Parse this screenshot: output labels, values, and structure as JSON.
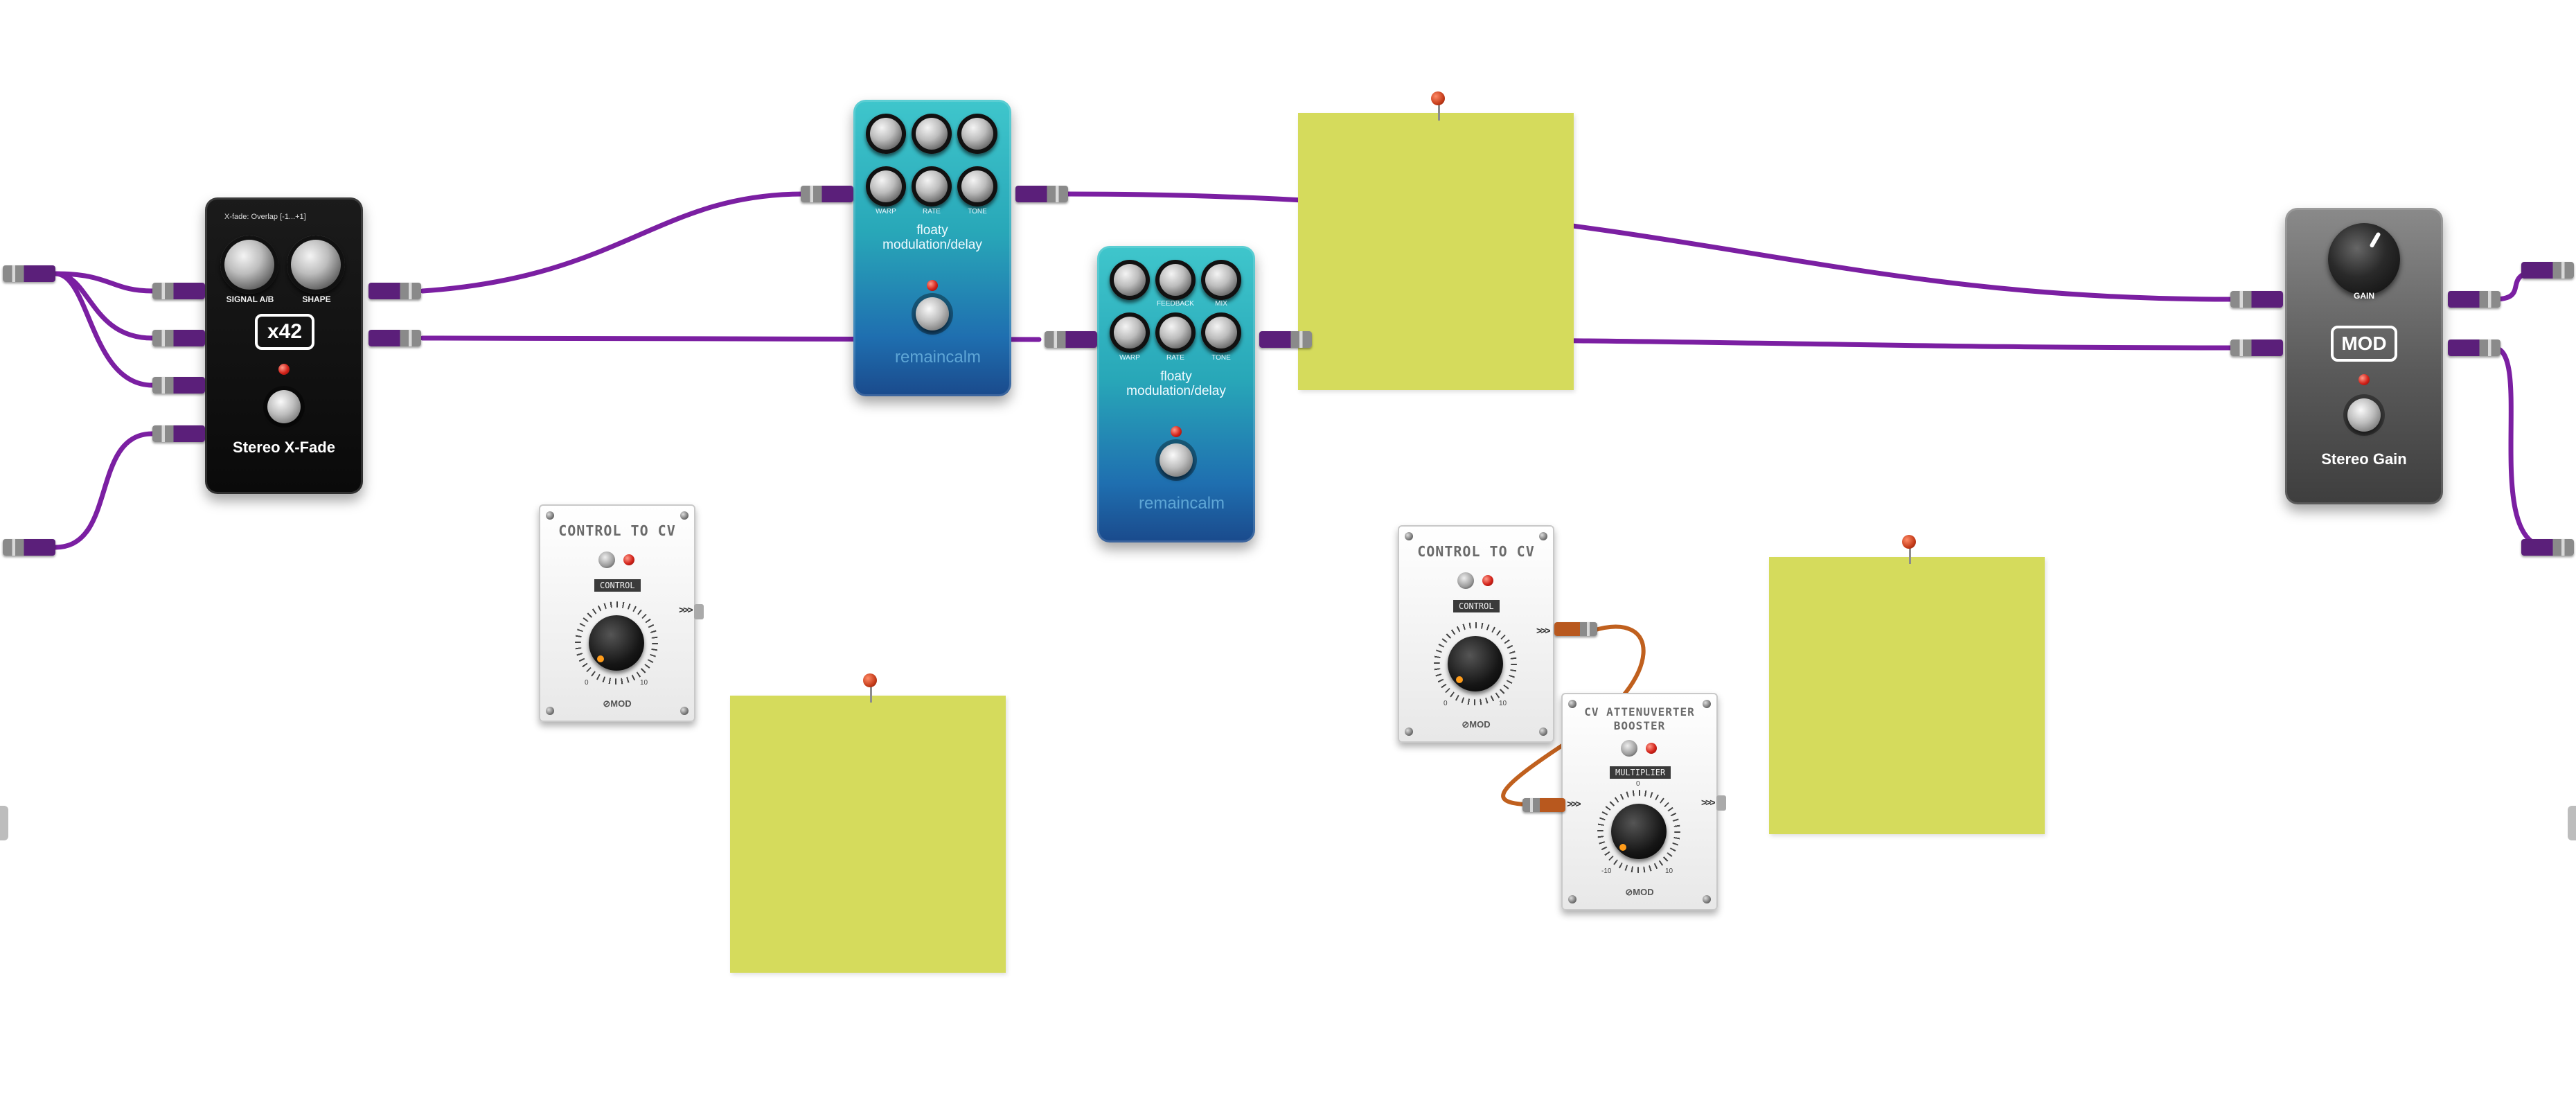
{
  "canvas": {
    "background": "#ffffff",
    "cable_color": "#7b1fa2",
    "cv_cable_color": "#c0601e",
    "note_color": "#d5db5c"
  },
  "x42_pedal": {
    "header": "X-fade: Overlap [-1...+1]",
    "knob1_label": "SIGNAL A/B",
    "knob2_label": "SHAPE",
    "badge": "x42",
    "name": "Stereo X-Fade"
  },
  "floaty1": {
    "knob_labels": [
      "",
      "",
      "",
      "",
      "",
      ""
    ],
    "knob_row2_labels": [
      "WARP",
      "RATE",
      "TONE"
    ],
    "title": "floaty\nmodulation/delay",
    "brand": "remaincalm"
  },
  "floaty2": {
    "knob_row1_labels": [
      "",
      "FEEDBACK",
      "MIX"
    ],
    "knob_row2_labels": [
      "WARP",
      "RATE",
      "TONE"
    ],
    "title": "floaty\nmodulation/delay",
    "brand": "remaincalm"
  },
  "mod_gain": {
    "knob_label": "GAIN",
    "badge": "MOD",
    "name": "Stereo Gain"
  },
  "cv1": {
    "title": "CONTROL TO CV",
    "tag": "CONTROL",
    "scale_min": "0",
    "scale_max": "10",
    "logo": "⊘MOD"
  },
  "cv2": {
    "title": "CONTROL TO CV",
    "tag": "CONTROL",
    "scale_min": "0",
    "scale_max": "10",
    "logo": "⊘MOD"
  },
  "cv3": {
    "title_line1": "CV ATTENUVERTER",
    "title_line2": "BOOSTER",
    "tag": "MULTIPLIER",
    "scale_min": "-10",
    "scale_mid": "0",
    "scale_max": "10",
    "logo": "⊘MOD"
  },
  "arrows": ">>>"
}
